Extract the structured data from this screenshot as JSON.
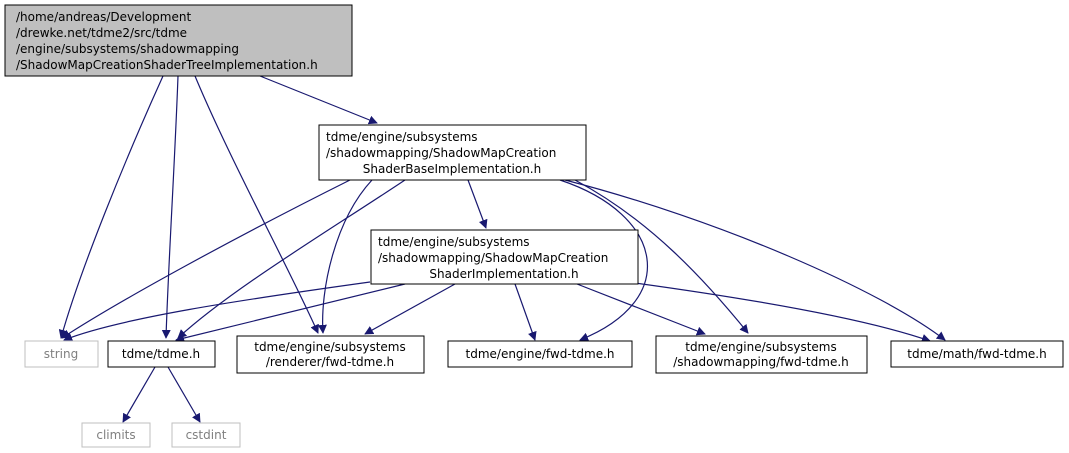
{
  "colors": {
    "edge": "#191970",
    "root_fill": "#bfbfbf",
    "node_border": "#000000",
    "system_border": "#bfbfbf",
    "system_text": "#7f7f7f",
    "background": "#ffffff"
  },
  "nodes": {
    "root": {
      "lines": [
        "/home/andreas/Development",
        "/drewke.net/tdme2/src/tdme",
        "/engine/subsystems/shadowmapping",
        "/ShadowMapCreationShaderTreeImplementation.h"
      ]
    },
    "base_impl": {
      "lines": [
        "tdme/engine/subsystems",
        "/shadowmapping/ShadowMapCreation",
        "ShaderBaseImplementation.h"
      ]
    },
    "impl": {
      "lines": [
        "tdme/engine/subsystems",
        "/shadowmapping/ShadowMapCreation",
        "ShaderImplementation.h"
      ]
    },
    "string": {
      "lines": [
        "string"
      ]
    },
    "tdme_h": {
      "lines": [
        "tdme/tdme.h"
      ]
    },
    "renderer_fwd": {
      "lines": [
        "tdme/engine/subsystems",
        "/renderer/fwd-tdme.h"
      ]
    },
    "engine_fwd": {
      "lines": [
        "tdme/engine/fwd-tdme.h"
      ]
    },
    "shadowmapping_fwd": {
      "lines": [
        "tdme/engine/subsystems",
        "/shadowmapping/fwd-tdme.h"
      ]
    },
    "math_fwd": {
      "lines": [
        "tdme/math/fwd-tdme.h"
      ]
    },
    "climits": {
      "lines": [
        "climits"
      ]
    },
    "cstdint": {
      "lines": [
        "cstdint"
      ]
    }
  }
}
